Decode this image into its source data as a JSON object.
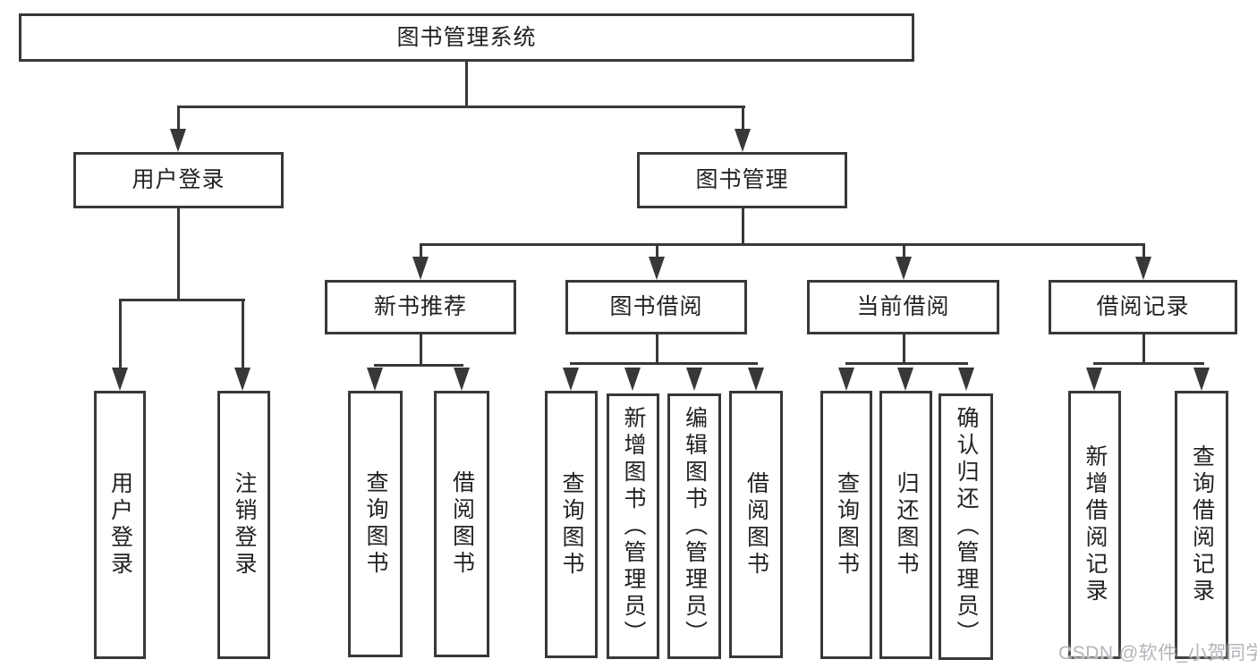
{
  "diagram": {
    "nodes": {
      "root": "图书管理系统",
      "user_login": "用户登录",
      "book_mgmt": "图书管理",
      "new_book": "新书推荐",
      "book_borrow": "图书借阅",
      "current_borrow": "当前借阅",
      "borrow_record": "借阅记录"
    },
    "leaves": {
      "user_login_1": "用户登录",
      "user_login_2": "注销登录",
      "new_book_1": "查询图书",
      "new_book_2": "借阅图书",
      "book_borrow_1": "查询图书",
      "book_borrow_2": "新增图书（管理员）",
      "book_borrow_3": "编辑图书（管理员）",
      "book_borrow_4": "借阅图书",
      "current_1": "查询图书",
      "current_2": "归还图书",
      "current_3": "确认归还（管理员）",
      "record_1": "新增借阅记录",
      "record_2": "查询借阅记录"
    },
    "watermark": "CSDN @软件_小贺同学",
    "colors": {
      "line": "#383838",
      "text": "#222222",
      "watermark": "#b2b6ba",
      "background": "#ffffff"
    }
  }
}
